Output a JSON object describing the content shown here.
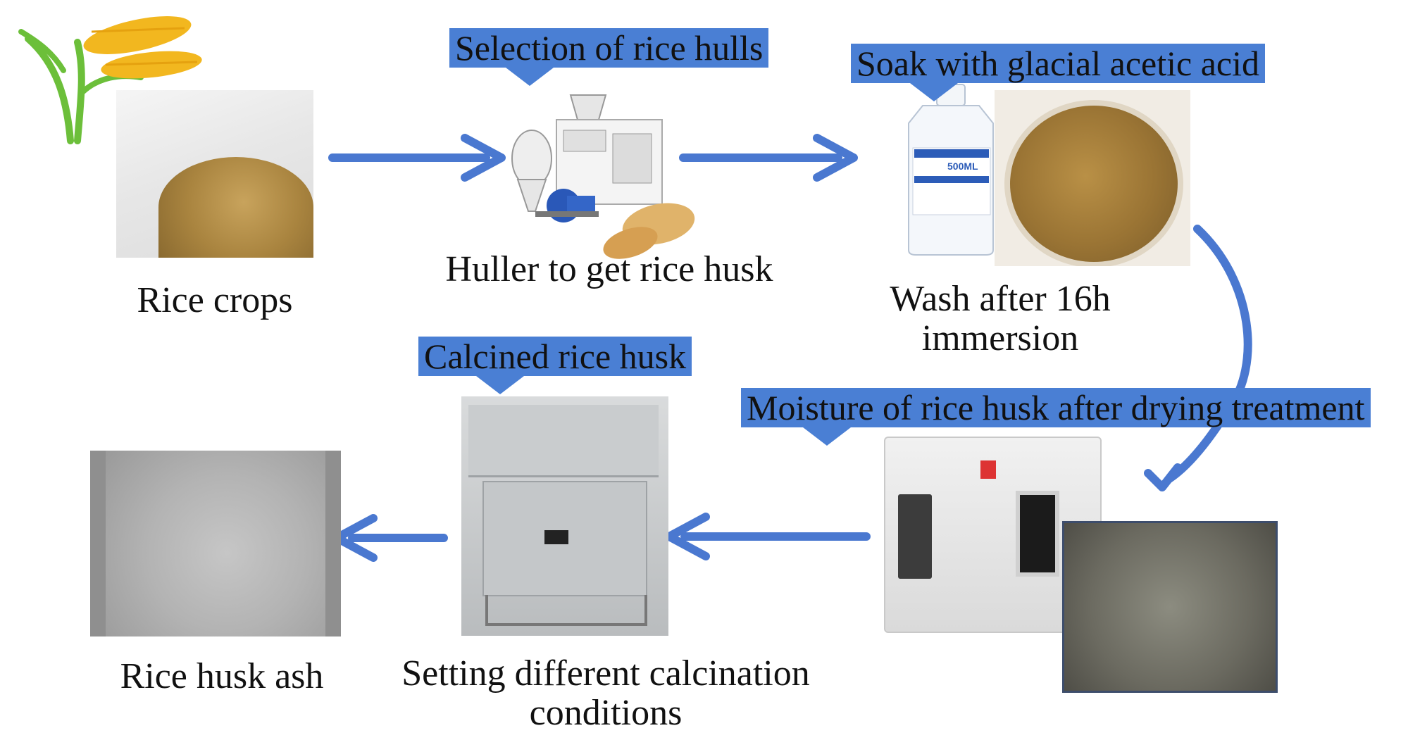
{
  "steps": {
    "rice_crops": "Rice crops",
    "huller": "Huller to get rice husk",
    "wash_line1": "Wash after 16h",
    "wash_line2": "immersion",
    "rice_husk_ash": "Rice husk ash",
    "setting_line1": "Setting different calcination",
    "setting_line2": "conditions"
  },
  "banners": {
    "selection": "Selection of rice hulls",
    "soak": "Soak with glacial acetic acid",
    "calcined": "Calcined rice husk",
    "moisture": "Moisture of rice husk after drying treatment"
  },
  "bottle_text": "500ML",
  "colors": {
    "banner": "#4a7fd4",
    "arrow": "#4a78d0"
  }
}
